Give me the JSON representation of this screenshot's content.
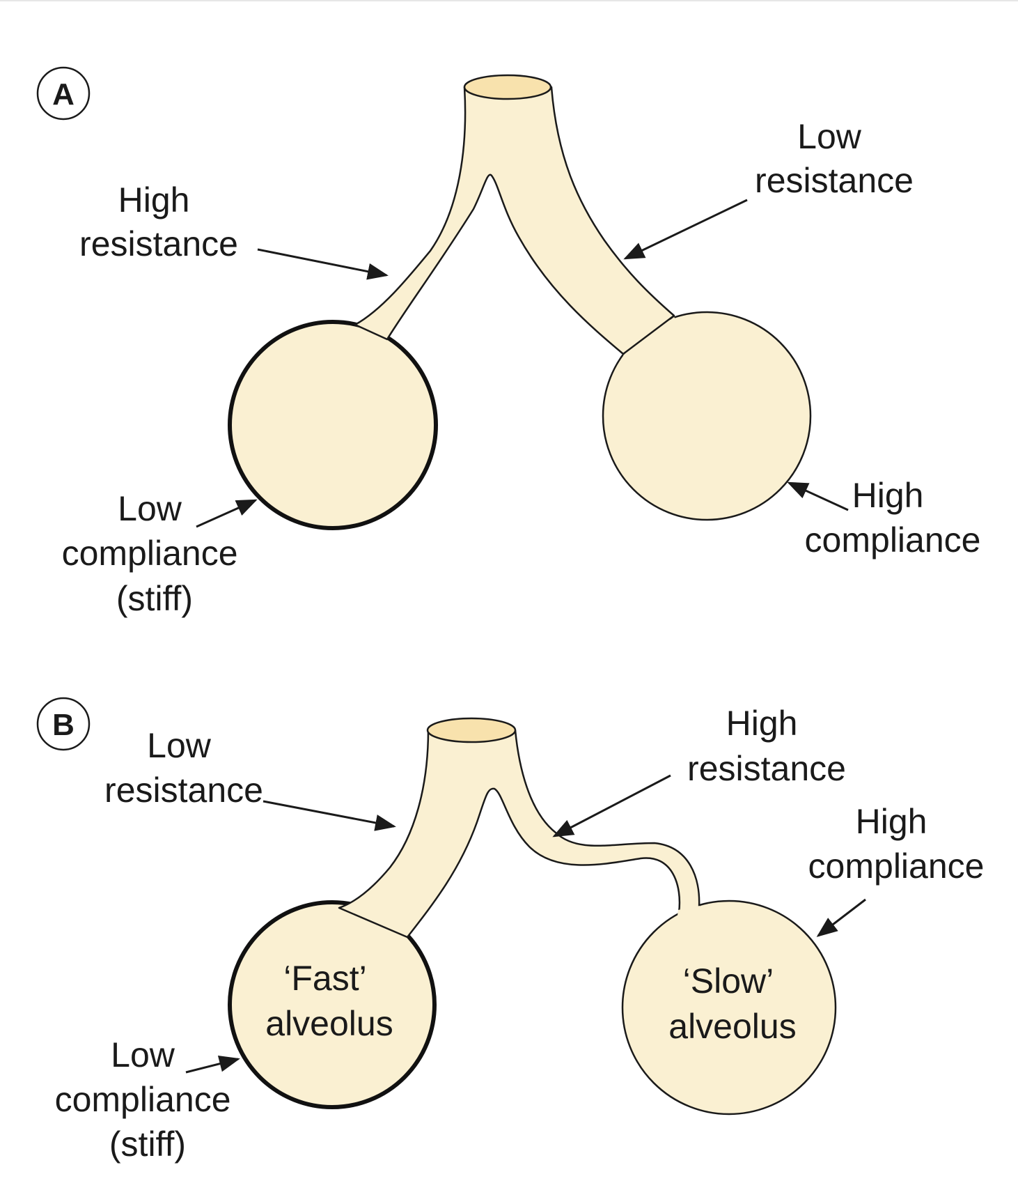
{
  "panel_a": {
    "letter": "A",
    "left_airway": [
      "High",
      "resistance"
    ],
    "right_airway": [
      "Low",
      "resistance"
    ],
    "left_alveolus": [
      "Low",
      "compliance",
      "(stiff)"
    ],
    "right_alveolus": [
      "High",
      "compliance"
    ]
  },
  "panel_b": {
    "letter": "B",
    "left_airway": [
      "Low",
      "resistance"
    ],
    "right_airway": [
      "High",
      "resistance"
    ],
    "right_alveolus_compliance": [
      "High",
      "compliance"
    ],
    "left_alveolus": [
      "Low",
      "compliance",
      "(stiff)"
    ],
    "fast_alveolus": [
      "‘Fast’",
      "alveolus"
    ],
    "slow_alveolus": [
      "‘Slow’",
      "alveolus"
    ]
  },
  "colors": {
    "tissue": "#faf0d2",
    "lumen": "#f8e2ad",
    "outline": "#1a1a1a"
  }
}
